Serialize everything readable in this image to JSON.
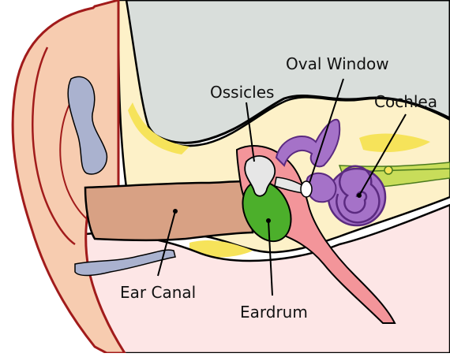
{
  "labels": {
    "oval_window": "Oval Window",
    "ossicles": "Ossicles",
    "cochlea": "Cochlea",
    "ear_canal": "Ear Canal",
    "eardrum": "Eardrum"
  },
  "colors": {
    "skull_gray": "#d9dedb",
    "bone_cream": "#fdf1c8",
    "bone_yellow": "#f6e35a",
    "skin": "#f7ccb0",
    "skin_dark": "#e6b398",
    "canal": "#d8a184",
    "outline_red": "#a11b1b",
    "cartilage": "#aab2cf",
    "inner_pink": "#fde6e6",
    "tube_red": "#f3959a",
    "eardrum_green": "#4caf2b",
    "cochlea_purple": "#a572c8",
    "nerve_green": "#c8dd5a",
    "ink": "#000000"
  }
}
